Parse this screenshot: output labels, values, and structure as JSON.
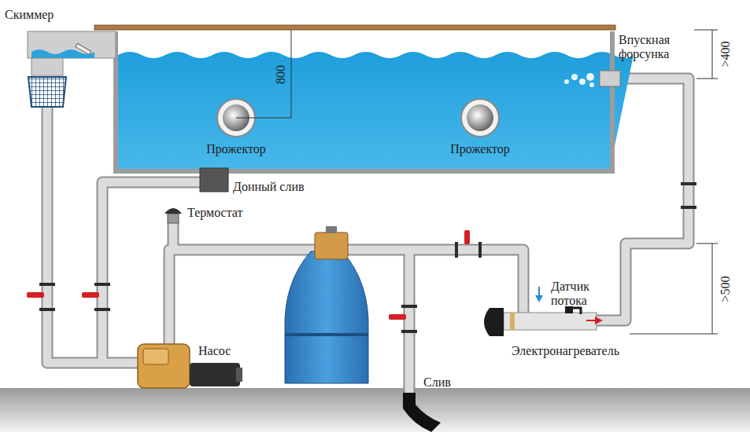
{
  "diagram": {
    "labels": [
      "Скиммер",
      "Впускная форсунка",
      "800",
      ">400",
      "Прожектор",
      "Прожектор",
      "Донный слив",
      "Термостат",
      "Датчик потока",
      "Насос",
      ">500",
      "Слив",
      "Электронагреватель"
    ]
  }
}
